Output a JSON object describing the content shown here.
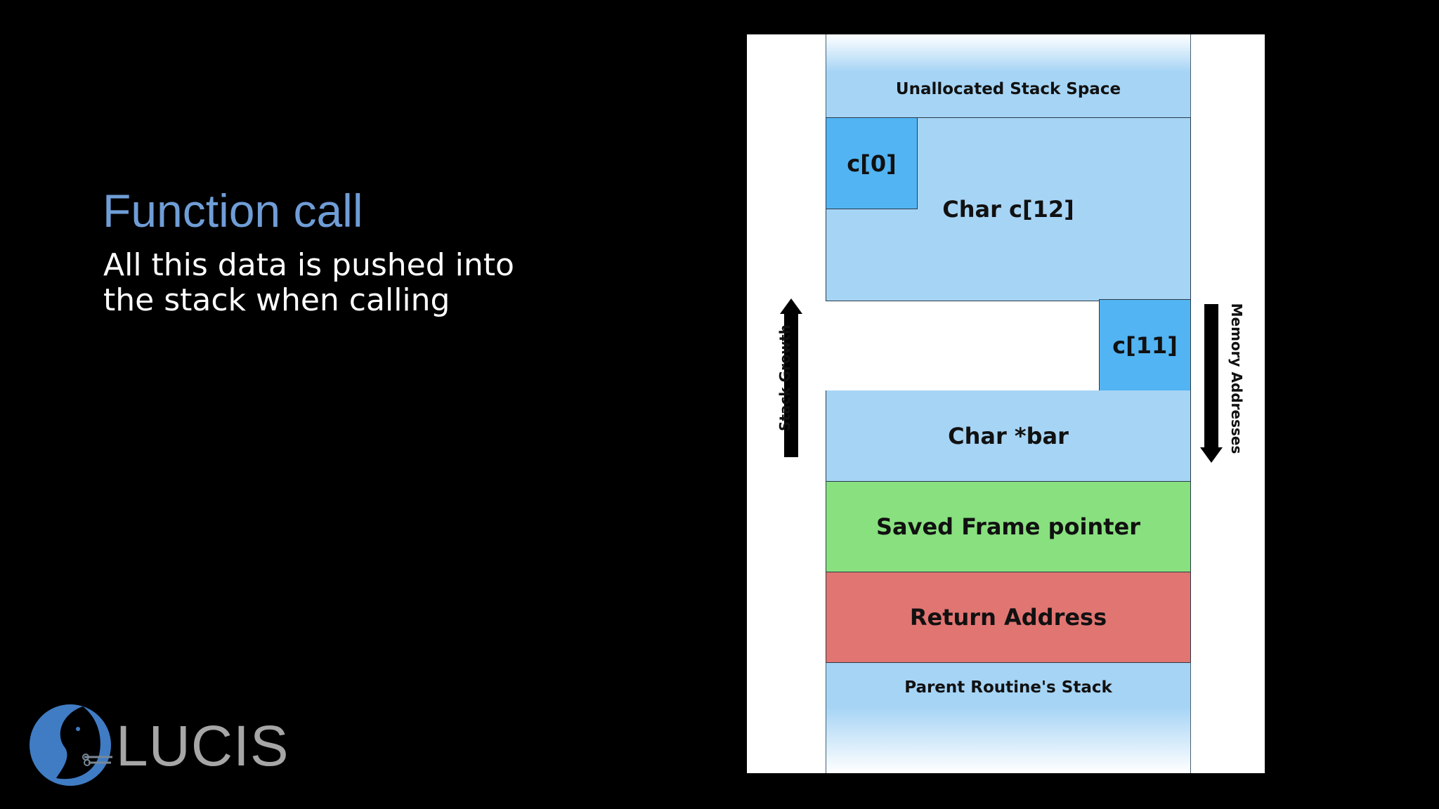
{
  "slide": {
    "title": "Function call",
    "body": "All this data is pushed into the stack when calling",
    "title_color": "#6f9dd6",
    "background": "#000000"
  },
  "diagram": {
    "unallocated_label": "Unallocated Stack Space",
    "array_label": "Char c[12]",
    "first_element_label": "c[0]",
    "last_element_label": "c[11]",
    "pointer_label": "Char *bar",
    "frame_pointer_label": "Saved Frame pointer",
    "return_address_label": "Return Address",
    "parent_stack_label": "Parent Routine's Stack",
    "growth_label": "Stack Growth",
    "addresses_label": "Memory Addresses",
    "colors": {
      "stack_blue": "#a6d4f5",
      "element_blue": "#52b4f2",
      "frame_pointer_green": "#88e07f",
      "return_address_red": "#e17572"
    }
  },
  "logo": {
    "text": "LUCIS",
    "icon": "lucis-logo-icon"
  }
}
